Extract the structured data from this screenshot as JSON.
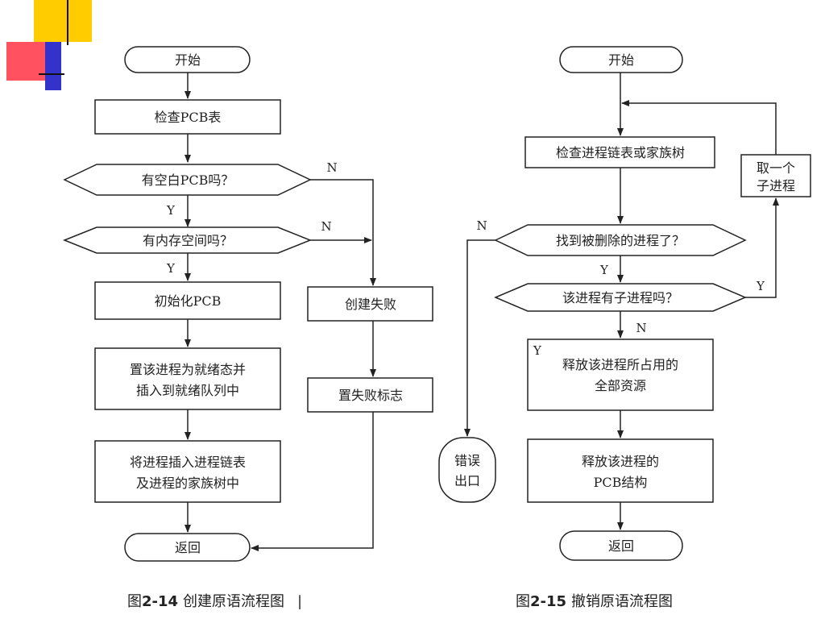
{
  "colors": {
    "stroke": "#222222",
    "text": "#222222",
    "deco_yellow": "#ffcc00",
    "deco_red": "#ff3344",
    "deco_blue": "#3333cc"
  },
  "left_chart": {
    "start": "开始",
    "check_pcb": "检查PCB表",
    "has_free_pcb": "有空白PCB吗？",
    "has_memory": "有内存空间吗？",
    "init_pcb": "初始化PCB",
    "set_ready_1": "置该进程为就绪态并",
    "set_ready_2": "插入到就绪队列中",
    "insert_list_1": "将进程插入进程链表",
    "insert_list_2": "及进程的家族树中",
    "return": "返回",
    "create_fail": "创建失败",
    "set_fail_flag": "置失败标志",
    "labels": {
      "y1": "Y",
      "n1": "N",
      "y2": "Y",
      "n2": "N"
    }
  },
  "right_chart": {
    "start": "开始",
    "check_list": "检查进程链表或家族树",
    "take_child_1": "取一个",
    "take_child_2": "子进程",
    "found_proc": "找到被删除的进程了？",
    "has_child": "该进程有子进程吗？",
    "release_res_1": "释放该进程所占用的",
    "release_res_2": "全部资源",
    "release_pcb_1": "释放该进程的",
    "release_pcb_2": "PCB结构",
    "return": "返回",
    "error_1": "错误",
    "error_2": "出口",
    "labels": {
      "n_found": "N",
      "y_found": "Y",
      "y_child": "Y",
      "n_child": "N",
      "y_stray": "Y"
    }
  },
  "captions": {
    "left_prefix": "图",
    "left_number": "2-14",
    "left_title": "创建原语流程图",
    "left_mark": "|",
    "right_prefix": "图",
    "right_number": "2-15",
    "right_title": "撤销原语流程图"
  }
}
